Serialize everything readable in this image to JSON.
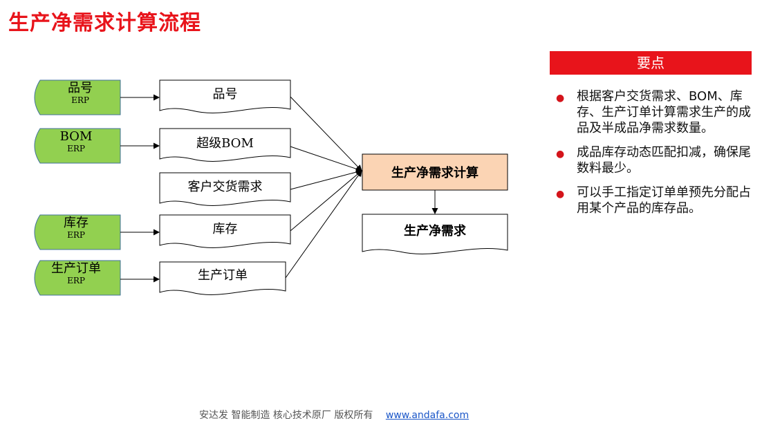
{
  "title": "生产净需求计算流程",
  "sources": [
    {
      "label": "品号",
      "sub": "ERP"
    },
    {
      "label": "BOM",
      "sub": "ERP"
    },
    {
      "label": "库存",
      "sub": "ERP"
    },
    {
      "label": "生产订单",
      "sub": "ERP"
    }
  ],
  "documents": [
    "品号",
    "超级BOM",
    "客户交货需求",
    "库存",
    "生产订单"
  ],
  "process": "生产净需求计算",
  "output": "生产净需求",
  "keypoints": {
    "header": "要点",
    "items": [
      "根据客户交货需求、BOM、库存、生产订单计算需求生产的成品及半成品净需求数量。",
      "成品库存动态匹配扣减，确保尾数料最少。",
      "可以手工指定订单单预先分配占用某个产品的库存品。"
    ]
  },
  "footer": {
    "text": "安达发   智能制造 核心技术原厂    版权所有",
    "link": "www.andafa.com"
  },
  "colors": {
    "accent": "#e8141b",
    "source_fill": "#92d050",
    "process_fill": "#fbd4b4"
  }
}
